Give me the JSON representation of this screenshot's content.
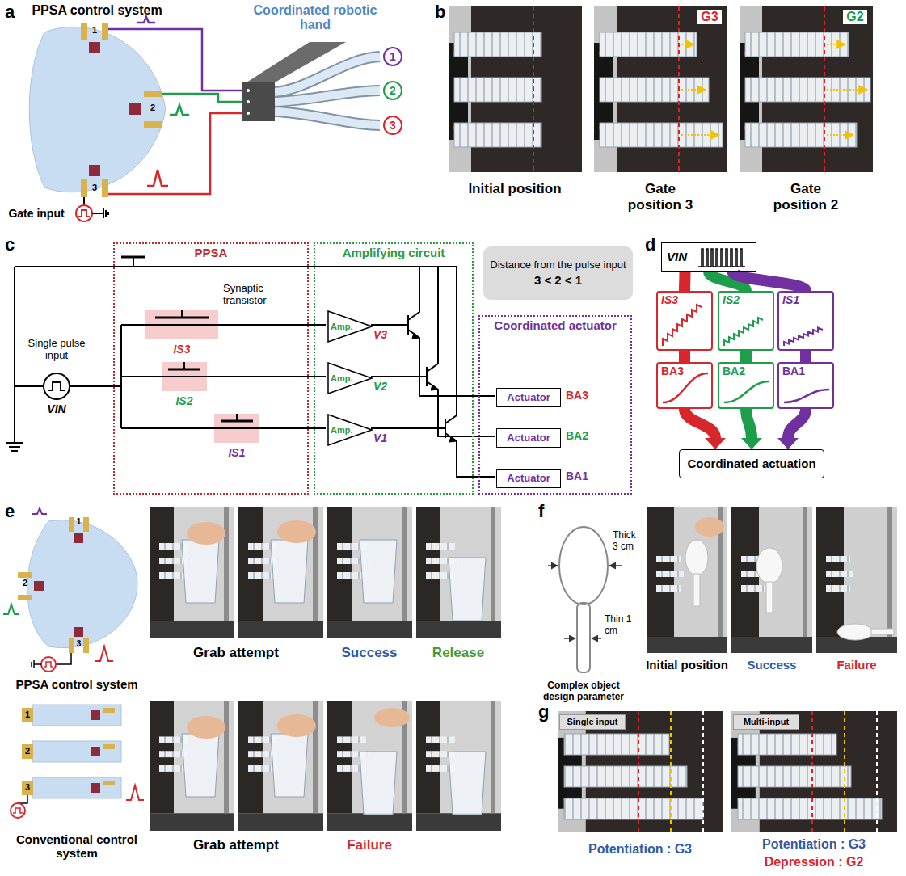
{
  "diagram": {
    "nodes": [
      {
        "text": [
          "1"
        ]
      },
      {
        "text": [
          "2"
        ]
      },
      {
        "text": [
          "3"
        ]
      },
      {
        "text": [
          "PPSA"
        ]
      },
      {
        "text": [
          "Amplifying circuit"
        ]
      },
      {
        "text": [
          "Amp."
        ],
        "in": 4
      },
      {
        "text": [
          "Amp."
        ],
        "in": 4
      },
      {
        "text": [
          "Amp."
        ],
        "in": 4
      },
      {
        "text": [
          "Distance from the pulse input",
          "3 < 2 < 1"
        ]
      },
      {
        "text": [
          "Coordinated actuator"
        ]
      },
      {
        "text": [
          "Actuator"
        ],
        "in": 9
      },
      {
        "text": [
          "Actuator"
        ],
        "in": 9
      },
      {
        "text": [
          "Actuator"
        ],
        "in": 9
      },
      {
        "text": [
          "VIN"
        ]
      },
      {
        "text": [
          "IS3"
        ]
      },
      {
        "text": [
          "IS2"
        ]
      },
      {
        "text": [
          "IS1"
        ]
      },
      {
        "text": [
          "BA3"
        ]
      },
      {
        "text": [
          "BA2"
        ]
      },
      {
        "text": [
          "BA1"
        ]
      },
      {
        "text": [
          "Coordinated actuation"
        ]
      },
      {
        "text": [
          "Single input"
        ]
      },
      {
        "text": [
          "Multi-input"
        ]
      }
    ],
    "edges": [
      {
        "from": 13,
        "to": 14,
        "arrow": "none"
      },
      {
        "from": 13,
        "to": 15,
        "arrow": "none"
      },
      {
        "from": 13,
        "to": 16,
        "arrow": "none"
      },
      {
        "from": 14,
        "to": 17,
        "arrow": "none"
      },
      {
        "from": 15,
        "to": 18,
        "arrow": "none"
      },
      {
        "from": 16,
        "to": 19,
        "arrow": "none"
      },
      {
        "from": 17,
        "to": 20,
        "arrow": "to"
      },
      {
        "from": 18,
        "to": 20,
        "arrow": "to"
      },
      {
        "from": 19,
        "to": 20,
        "arrow": "to"
      }
    ],
    "labels": [
      "a",
      "b",
      "c",
      "d",
      "e",
      "f",
      "g",
      "PPSA control system",
      "Coordinated robotic hand",
      "1",
      "2",
      "3",
      "Gate input",
      "G3",
      "G2",
      "Initial position",
      "Gate position 3",
      "Gate position 2",
      "Single pulse input",
      "VIN",
      "Synaptic transistor",
      "IS3",
      "IS2",
      "IS1",
      "V3",
      "V2",
      "V1",
      "BA3",
      "BA2",
      "BA1",
      "1",
      "2",
      "3",
      "PPSA control system",
      "Grab attempt",
      "Success",
      "Release",
      "1",
      "2",
      "3",
      "Conventional control system",
      "Grab attempt",
      "Failure",
      "Thick 3 cm",
      "Thin 1 cm",
      "Complex object design parameter",
      "Initial position",
      "Success",
      "Failure",
      "Potentiation : G3",
      "Potentiation : G3",
      "Depression : G2"
    ]
  }
}
